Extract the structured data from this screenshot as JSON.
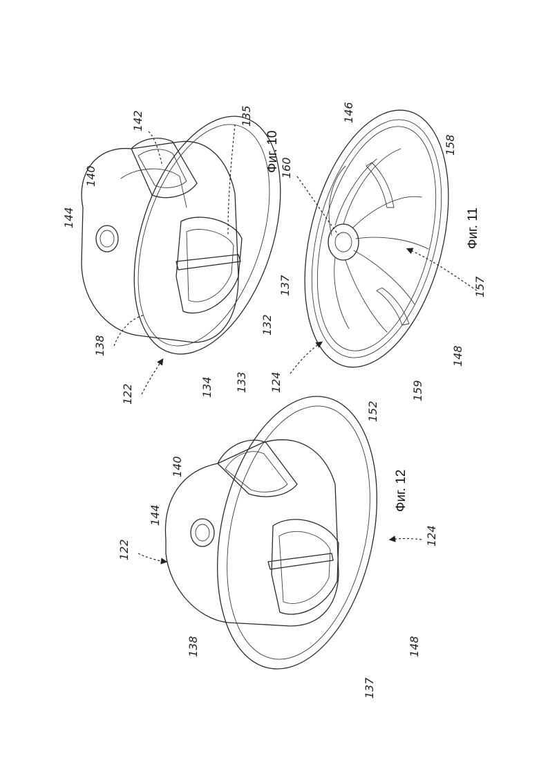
{
  "figures": [
    {
      "caption": "Фиг. 10",
      "labels": [
        "122",
        "138",
        "134",
        "133",
        "132",
        "137",
        "135",
        "140",
        "142",
        "144"
      ]
    },
    {
      "caption": "Фиг. 11",
      "labels": [
        "124",
        "152",
        "159",
        "148",
        "157",
        "158",
        "160",
        "146"
      ]
    },
    {
      "caption": "Фиг. 12",
      "labels": [
        "122",
        "138",
        "137",
        "148",
        "124",
        "140",
        "144"
      ]
    }
  ]
}
